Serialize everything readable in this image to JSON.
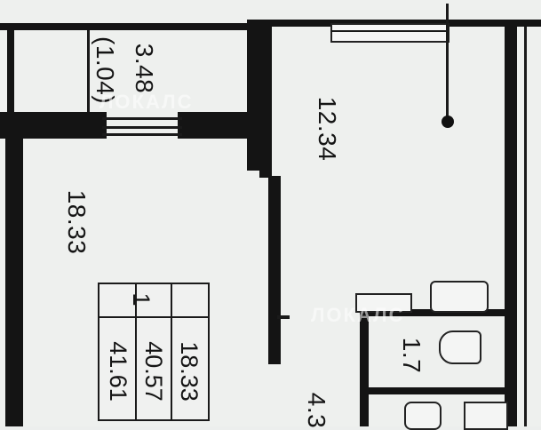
{
  "plan": {
    "rooms": [
      {
        "id": "kitchen",
        "area": "12.34"
      },
      {
        "id": "living-room",
        "area": "18.33"
      },
      {
        "id": "balcony",
        "area": "3.48",
        "coefficient": "(1.04)"
      },
      {
        "id": "bathroom",
        "area": "1.7"
      },
      {
        "id": "corridor",
        "area": "4.3"
      }
    ],
    "summary": {
      "rooms_count": "1",
      "living_area": "18.33",
      "total_area": "40.57",
      "total_with_balcony": "41.61"
    },
    "watermark": "ЛОКАЛС"
  }
}
